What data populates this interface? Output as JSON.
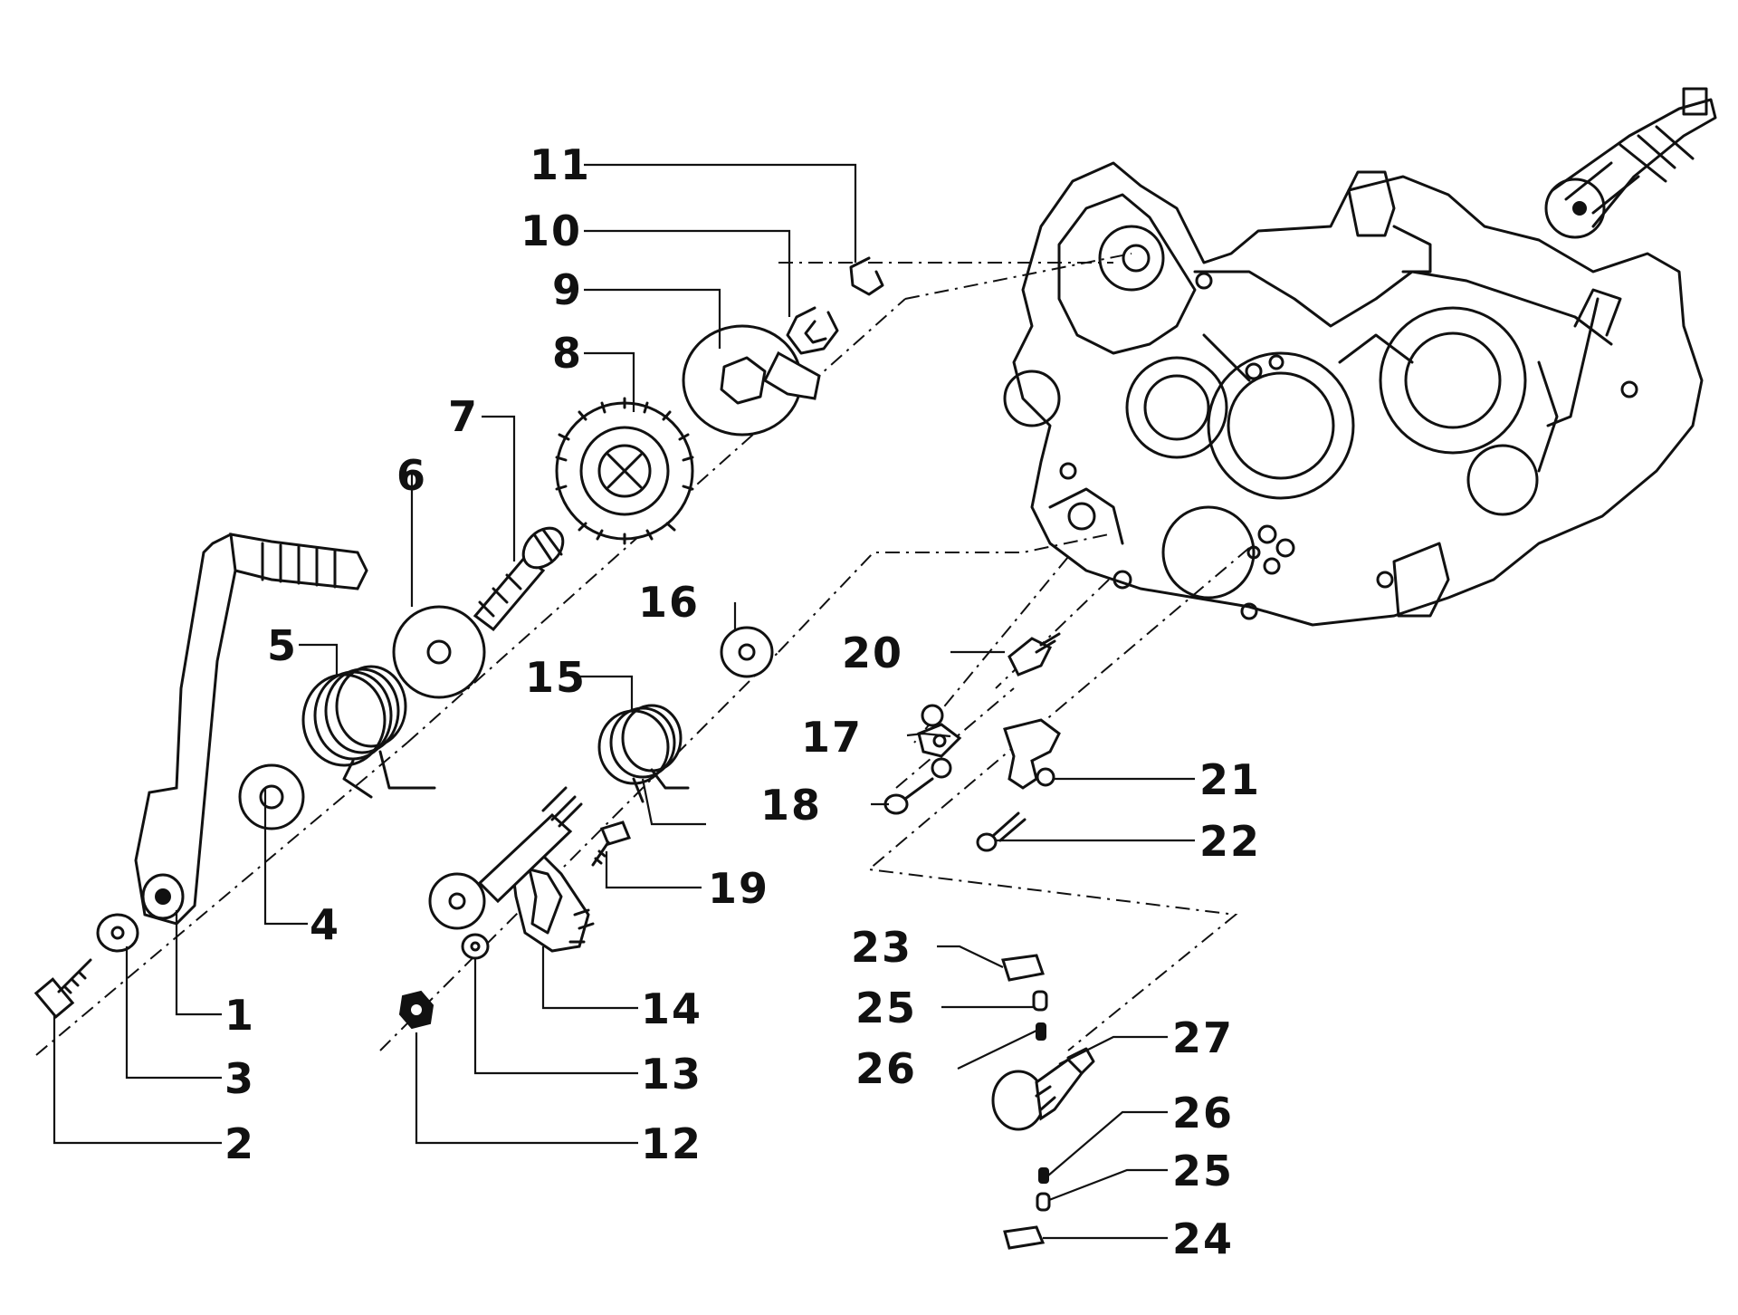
{
  "labels": {
    "p1": "1",
    "p2": "2",
    "p3": "3",
    "p4": "4",
    "p5": "5",
    "p6": "6",
    "p7": "7",
    "p8": "8",
    "p9": "9",
    "p10": "10",
    "p11": "11",
    "p12": "12",
    "p13": "13",
    "p14": "14",
    "p15": "15",
    "p16": "16",
    "p17": "17",
    "p18": "18",
    "p19": "19",
    "p20": "20",
    "p21": "21",
    "p22": "22",
    "p23": "23",
    "p24": "24",
    "p25a": "25",
    "p25b": "25",
    "p26a": "26",
    "p26b": "26",
    "p27": "27"
  }
}
